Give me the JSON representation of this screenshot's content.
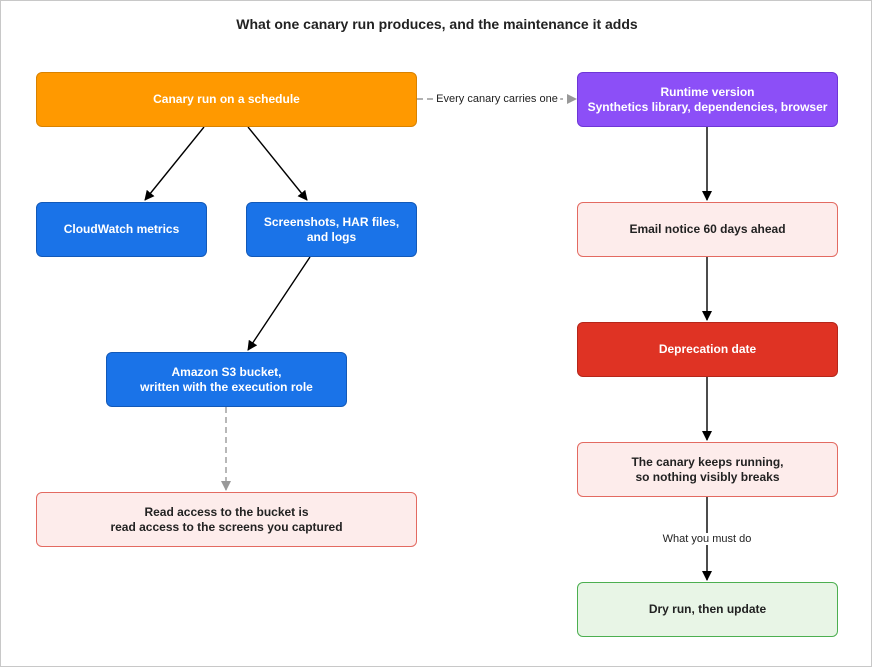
{
  "title": "What one canary run produces, and the maintenance it adds",
  "nodes": {
    "canary_run": "Canary run on a schedule",
    "runtime_version": "Runtime version\nSynthetics library, dependencies, browser",
    "cloudwatch": "CloudWatch metrics",
    "artifacts": "Screenshots, HAR files,\nand logs",
    "email_notice": "Email notice 60 days ahead",
    "deprecation": "Deprecation date",
    "s3_bucket": "Amazon S3 bucket,\nwritten with the execution role",
    "keeps_running": "The canary keeps running,\nso nothing visibly breaks",
    "read_access": "Read access to the bucket is\nread access to the screens you captured",
    "dry_run": "Dry run, then update"
  },
  "edge_labels": {
    "carries": "Every canary carries one",
    "must_do": "What you must do"
  },
  "colors": {
    "orange": "#ff9900",
    "purple": "#8c4ff7",
    "blue": "#1a73e8",
    "red": "#df3324",
    "pink_fill": "#fdeceb",
    "pink_border": "#e36a61",
    "green_fill": "#e8f5e6",
    "green_border": "#4caf50",
    "arrow": "#000000",
    "dashed_arrow": "#999999"
  }
}
